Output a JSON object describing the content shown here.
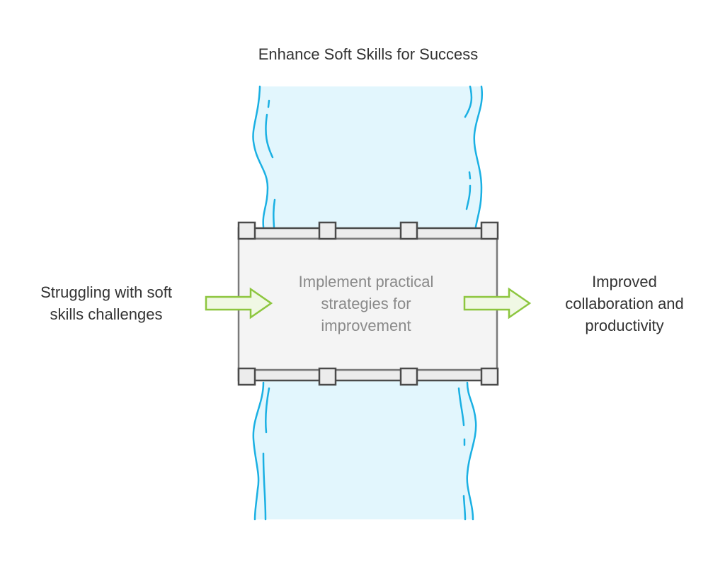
{
  "title": "Enhance Soft Skills for Success",
  "left_label": [
    "Struggling with soft",
    "skills challenges"
  ],
  "center_label": [
    "Implement practical",
    "strategies for",
    "improvement"
  ],
  "right_label": [
    "Improved",
    "collaboration and",
    "productivity"
  ],
  "colors": {
    "river_fill": "#e2f6fd",
    "river_stroke": "#1ab0e3",
    "bridge_fill": "#f4f4f4",
    "bridge_stroke": "#4a4a4a",
    "arrow_fill": "#f0f8e4",
    "arrow_stroke": "#8dc63f",
    "text_dark": "#333333",
    "text_gray": "#8a8a8a"
  }
}
